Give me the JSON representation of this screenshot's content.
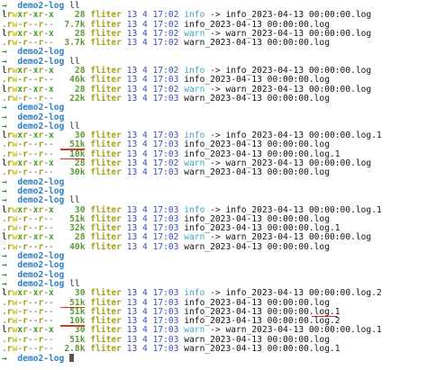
{
  "prompt": {
    "arrow": "→",
    "dir": "demo2-log",
    "cmd": "ll"
  },
  "blocks": [
    {
      "cmd": "ll",
      "rows": [
        {
          "type": "l",
          "perm": "rwxr-xr-x",
          "size": "28",
          "user": "fliter",
          "date": "13 4 17:02",
          "name": "info",
          "arrow": "->",
          "target": "info_2023-04-13 00:00:00.log"
        },
        {
          "type": ".",
          "perm": "rw-r--r--",
          "size": "7.7k",
          "user": "fliter",
          "date": "13 4 17:02",
          "name": "info_2023-04-13 00:00:00.log"
        },
        {
          "type": "l",
          "perm": "rwxr-xr-x",
          "size": "28",
          "user": "fliter",
          "date": "13 4 17:02",
          "name": "warn",
          "arrow": "->",
          "target": "warn_2023-04-13 00:00:00.log"
        },
        {
          "type": ".",
          "perm": "rw-r--r--",
          "size": "3.7k",
          "user": "fliter",
          "date": "13 4 17:02",
          "name": "warn_2023-04-13 00:00:00.log"
        }
      ]
    },
    {
      "cmd": "",
      "rows": []
    },
    {
      "cmd": "ll",
      "rows": [
        {
          "type": "l",
          "perm": "rwxr-xr-x",
          "size": "28",
          "user": "fliter",
          "date": "13 4 17:02",
          "name": "info",
          "arrow": "->",
          "target": "info_2023-04-13 00:00:00.log"
        },
        {
          "type": ".",
          "perm": "rw-r--r--",
          "size": "46k",
          "user": "fliter",
          "date": "13 4 17:03",
          "name": "info_2023-04-13 00:00:00.log"
        },
        {
          "type": "l",
          "perm": "rwxr-xr-x",
          "size": "28",
          "user": "fliter",
          "date": "13 4 17:02",
          "name": "warn",
          "arrow": "->",
          "target": "warn_2023-04-13 00:00:00.log"
        },
        {
          "type": ".",
          "perm": "rw-r--r--",
          "size": "22k",
          "user": "fliter",
          "date": "13 4 17:03",
          "name": "warn_2023-04-13 00:00:00.log"
        }
      ]
    },
    {
      "cmd": "",
      "rows": []
    },
    {
      "cmd": "",
      "rows": []
    },
    {
      "cmd": "ll",
      "rows": [
        {
          "type": "l",
          "perm": "rwxr-xr-x",
          "size": "30",
          "user": "fliter",
          "date": "13 4 17:03",
          "name": "info",
          "arrow": "->",
          "target": "info_2023-04-13 00:00:00.log.1"
        },
        {
          "type": ".",
          "perm": "rw-r--r--",
          "size": "51k",
          "user": "fliter",
          "date": "13 4 17:03",
          "name": "info_2023-04-13 00:00:00.log",
          "mark_size": true
        },
        {
          "type": ".",
          "perm": "rw-r--r--",
          "size": "10k",
          "user": "fliter",
          "date": "13 4 17:03",
          "name": "info_2023-04-13 00:00:00.log.1",
          "mark_size": true
        },
        {
          "type": "l",
          "perm": "rwxr-xr-x",
          "size": "28",
          "user": "fliter",
          "date": "13 4 17:02",
          "name": "warn",
          "arrow": "->",
          "target": "warn_2023-04-13 00:00:00.log"
        },
        {
          "type": ".",
          "perm": "rw-r--r--",
          "size": "30k",
          "user": "fliter",
          "date": "13 4 17:03",
          "name": "warn_2023-04-13 00:00:00.log"
        }
      ]
    },
    {
      "cmd": "",
      "rows": []
    },
    {
      "cmd": "",
      "rows": []
    },
    {
      "cmd": "ll",
      "rows": [
        {
          "type": "l",
          "perm": "rwxr-xr-x",
          "size": "30",
          "user": "fliter",
          "date": "13 4 17:03",
          "name": "info",
          "arrow": "->",
          "target": "info_2023-04-13 00:00:00.log.1"
        },
        {
          "type": ".",
          "perm": "rw-r--r--",
          "size": "51k",
          "user": "fliter",
          "date": "13 4 17:03",
          "name": "info_2023-04-13 00:00:00.log"
        },
        {
          "type": ".",
          "perm": "rw-r--r--",
          "size": "32k",
          "user": "fliter",
          "date": "13 4 17:03",
          "name": "info_2023-04-13 00:00:00.log.1"
        },
        {
          "type": "l",
          "perm": "rwxr-xr-x",
          "size": "28",
          "user": "fliter",
          "date": "13 4 17:02",
          "name": "warn",
          "arrow": "->",
          "target": "warn_2023-04-13 00:00:00.log"
        },
        {
          "type": ".",
          "perm": "rw-r--r--",
          "size": "40k",
          "user": "fliter",
          "date": "13 4 17:03",
          "name": "warn_2023-04-13 00:00:00.log"
        }
      ]
    },
    {
      "cmd": "",
      "rows": []
    },
    {
      "cmd": "",
      "rows": []
    },
    {
      "cmd": "",
      "rows": []
    },
    {
      "cmd": "ll",
      "rows": [
        {
          "type": "l",
          "perm": "rwxr-xr-x",
          "size": "30",
          "user": "fliter",
          "date": "13 4 17:03",
          "name": "info",
          "arrow": "->",
          "target": "info_2023-04-13 00:00:00.log.2"
        },
        {
          "type": ".",
          "perm": "rw-r--r--",
          "size": "51k",
          "user": "fliter",
          "date": "13 4 17:03",
          "name": "info_2023-04-13 00:00:00.log",
          "mark_size": true
        },
        {
          "type": ".",
          "perm": "rw-r--r--",
          "size": "51k",
          "user": "fliter",
          "date": "13 4 17:03",
          "name": "info_2023-04-13 00:00:00.log.1",
          "mark_name_tail": true
        },
        {
          "type": ".",
          "perm": "rw-r--r--",
          "size": "10k",
          "user": "fliter",
          "date": "13 4 17:03",
          "name": "info_2023-04-13 00:00:00.log.2",
          "mark_size": true
        },
        {
          "type": "l",
          "perm": "rwxr-xr-x",
          "size": "30",
          "user": "fliter",
          "date": "13 4 17:03",
          "name": "warn",
          "arrow": "->",
          "target": "warn_2023-04-13 00:00:00.log.1"
        },
        {
          "type": ".",
          "perm": "rw-r--r--",
          "size": "51k",
          "user": "fliter",
          "date": "13 4 17:03",
          "name": "warn_2023-04-13 00:00:00.log"
        },
        {
          "type": ".",
          "perm": "rw-r--r--",
          "size": "2.8k",
          "user": "fliter",
          "date": "13 4 17:03",
          "name": "warn_2023-04-13 00:00:00.log.1"
        }
      ]
    },
    {
      "cmd": "",
      "rows": [],
      "cursor": true
    }
  ],
  "colors": {
    "background": "#ffffff",
    "link": "#39a7c9",
    "annotation": "#d9362a",
    "prompt_arrow": "#2a9d3a",
    "prompt_dir": "#2d7fc4"
  },
  "icons": {
    "prompt": "arrow-icon",
    "cursor": "block-cursor-icon"
  }
}
